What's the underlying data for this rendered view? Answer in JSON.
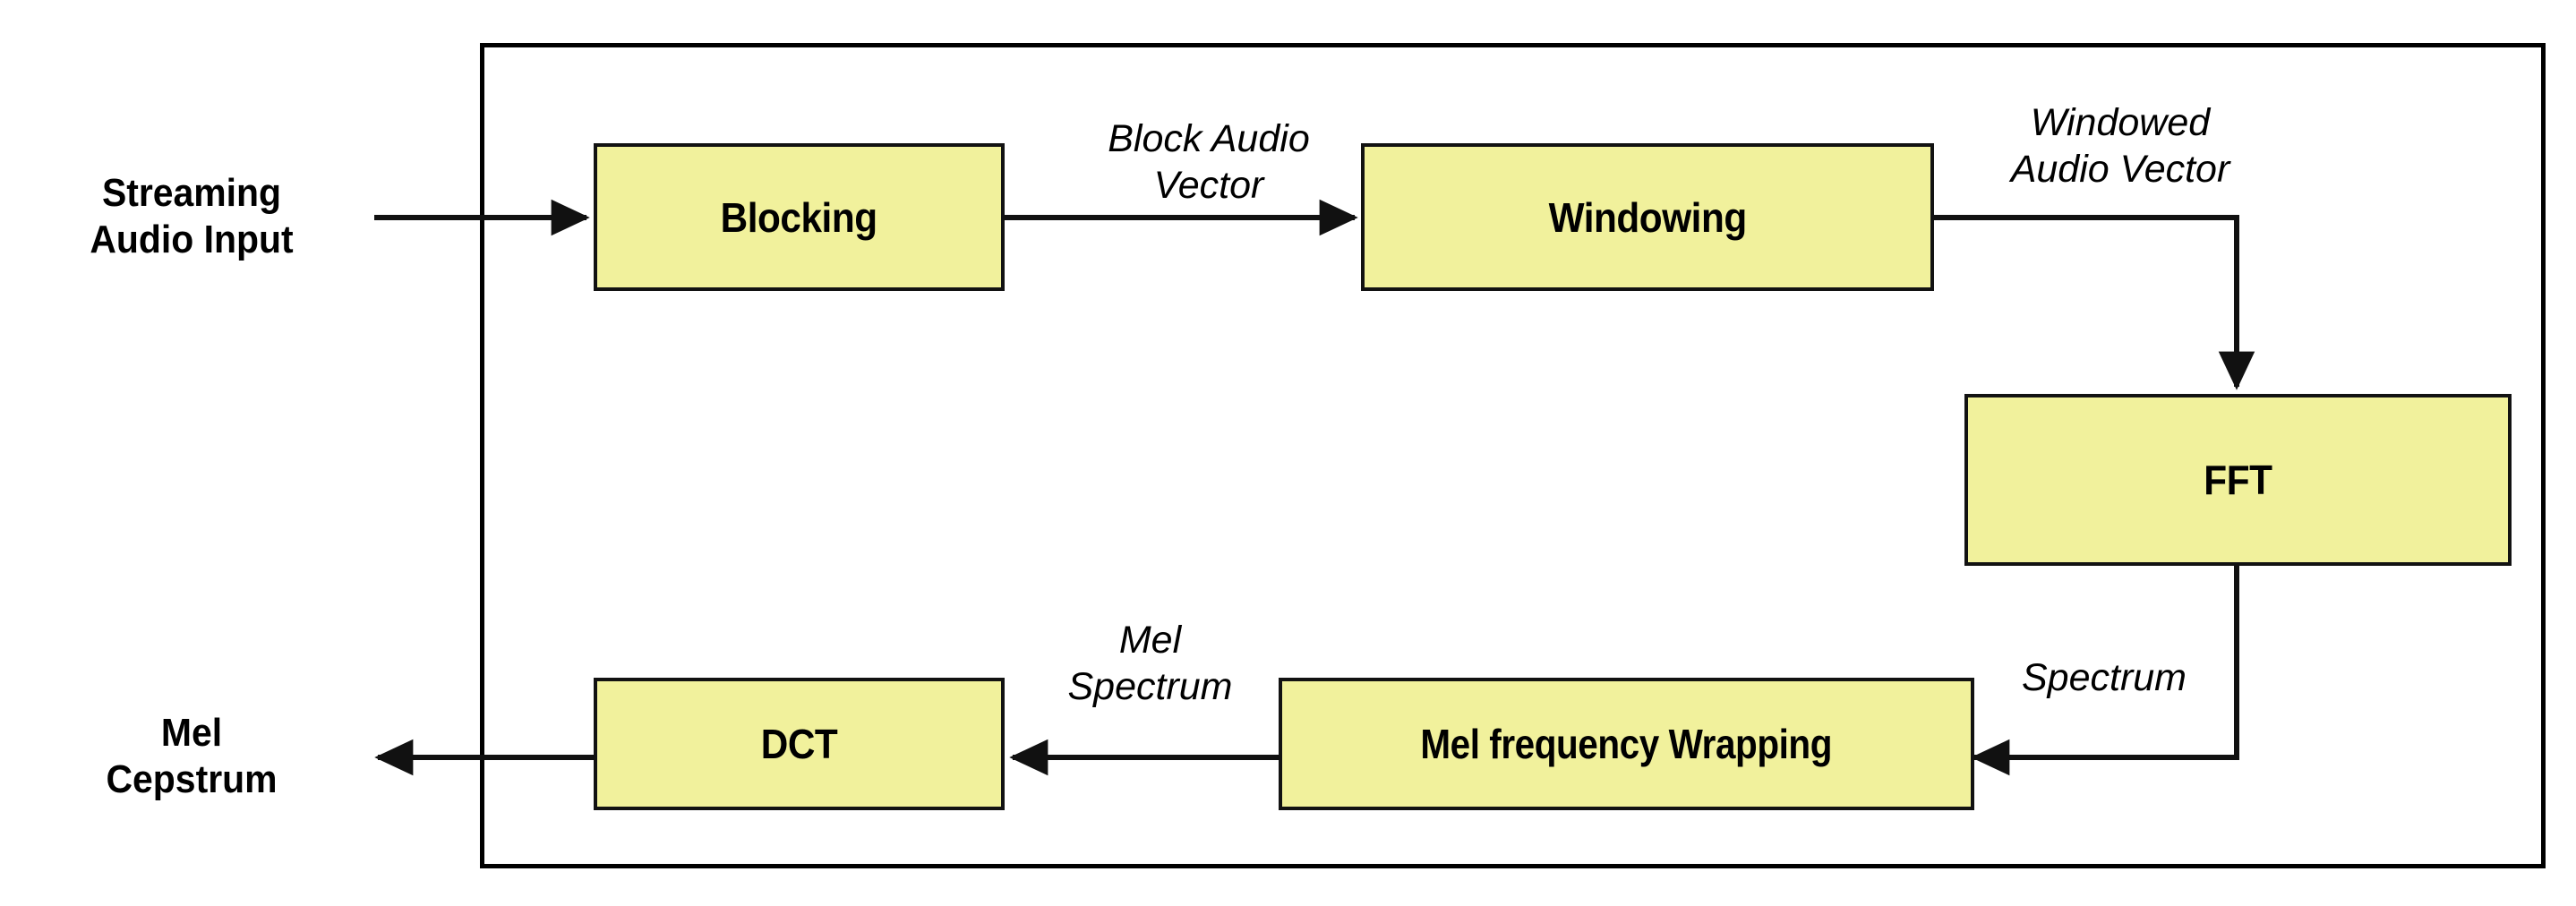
{
  "diagram": {
    "title": "MFCC feature extraction block diagram",
    "colors": {
      "node_fill": "#f1f19c",
      "node_border": "#121212",
      "frame_border": "#000000",
      "wire": "#1a1a1a",
      "background": "#ffffff"
    },
    "frame": {
      "name": "mfcc-processing-container"
    },
    "nodes": [
      {
        "id": "blocking",
        "label": "Blocking"
      },
      {
        "id": "windowing",
        "label": "Windowing"
      },
      {
        "id": "fft",
        "label": "FFT"
      },
      {
        "id": "mel_wrap",
        "label": "Mel frequency Wrapping"
      },
      {
        "id": "dct",
        "label": "DCT"
      }
    ],
    "endpoints": [
      {
        "id": "input",
        "label": "Streaming\nAudio Input"
      },
      {
        "id": "output",
        "label": "Mel\nCepstrum"
      }
    ],
    "edges": [
      {
        "id": "input_to_blocking",
        "label": "",
        "from": "input",
        "to": "blocking"
      },
      {
        "id": "blocking_to_windowing",
        "label": "Block Audio\nVector",
        "from": "blocking",
        "to": "windowing"
      },
      {
        "id": "windowing_to_fft",
        "label": "Windowed\nAudio Vector",
        "from": "windowing",
        "to": "fft"
      },
      {
        "id": "fft_to_melwrap",
        "label": "Spectrum",
        "from": "fft",
        "to": "mel_wrap"
      },
      {
        "id": "melwrap_to_dct",
        "label": "Mel\nSpectrum",
        "from": "mel_wrap",
        "to": "dct"
      },
      {
        "id": "dct_to_output",
        "label": "",
        "from": "dct",
        "to": "output"
      }
    ]
  }
}
